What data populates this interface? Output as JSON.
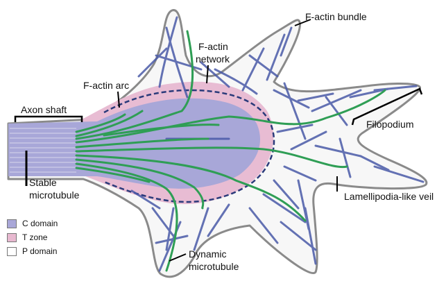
{
  "labels": {
    "axon_shaft": "Axon shaft",
    "factin_arc": "F-actin arc",
    "factin_network_line1": "F-actin",
    "factin_network_line2": "network",
    "factin_bundle": "F-actin bundle",
    "filopodium": "Filopodium",
    "lamellipodia_veil": "Lamellipodia-like veil",
    "stable_microtubule_line1": "Stable",
    "stable_microtubule_line2": "microtubule",
    "dynamic_microtubule_line1": "Dynamic",
    "dynamic_microtubule_line2": "microtubule"
  },
  "legend": [
    {
      "label": "C domain",
      "color": "#a9a7d8"
    },
    {
      "label": "T zone",
      "color": "#e8b9d0"
    },
    {
      "label": "P domain",
      "color": "#ffffff"
    }
  ],
  "colors": {
    "outline": "#8a8a8a",
    "p_domain": "#f7f7f7",
    "t_zone": "#e8bcd3",
    "c_domain": "#a8a7d8",
    "actin": "#4a5aa8",
    "microtubule": "#2f9e55",
    "arc_dash": "#2a3a7a"
  }
}
